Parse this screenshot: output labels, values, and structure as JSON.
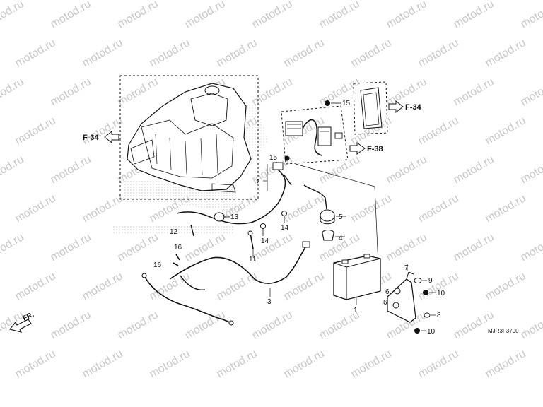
{
  "diagram": {
    "code": "MJR3F3700",
    "watermark": "motod.ru",
    "direction_label": "FR.",
    "refs": {
      "f34_left": "F-34",
      "f34_right": "F-34",
      "f38": "F-38"
    },
    "callouts": {
      "n1": "1",
      "n2": "2",
      "n3": "3",
      "n4": "4",
      "n5": "5",
      "n6a": "6",
      "n6b": "6",
      "n7": "7",
      "n8": "8",
      "n9": "9",
      "n10a": "10",
      "n10b": "10",
      "n11": "11",
      "n12": "12",
      "n13": "13",
      "n14a": "14",
      "n14b": "14",
      "n15a": "15",
      "n15b": "15",
      "n16a": "16",
      "n16b": "16"
    }
  },
  "colors": {
    "line": "#111111",
    "watermark": "#c8c8c8",
    "stipple": "#bdbdbd"
  }
}
